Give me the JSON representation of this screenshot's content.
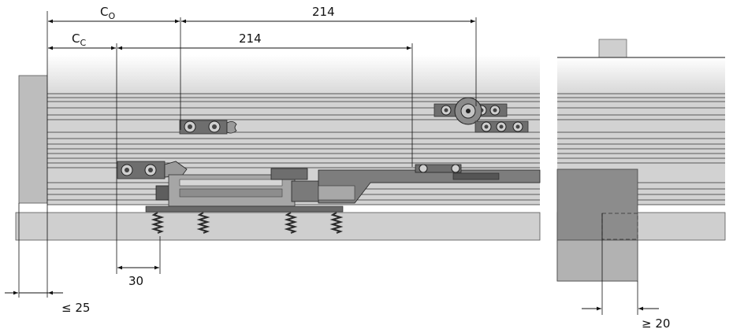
{
  "dimensions": {
    "c_open": {
      "symbol": "C",
      "subscript": "O"
    },
    "c_closed": {
      "symbol": "C",
      "subscript": "C"
    },
    "upper_length": "214",
    "lower_length": "214",
    "offset_30": "30",
    "max_25": "≤ 25",
    "min_20": "≥ 20"
  },
  "colors": {
    "profile_light": "#e6e6e6",
    "profile_mid": "#c9c9c9",
    "profile_dark": "#5a5a5a",
    "part_dark": "#6e6e6e",
    "rail": "#cfcfcf",
    "line": "#111111"
  }
}
